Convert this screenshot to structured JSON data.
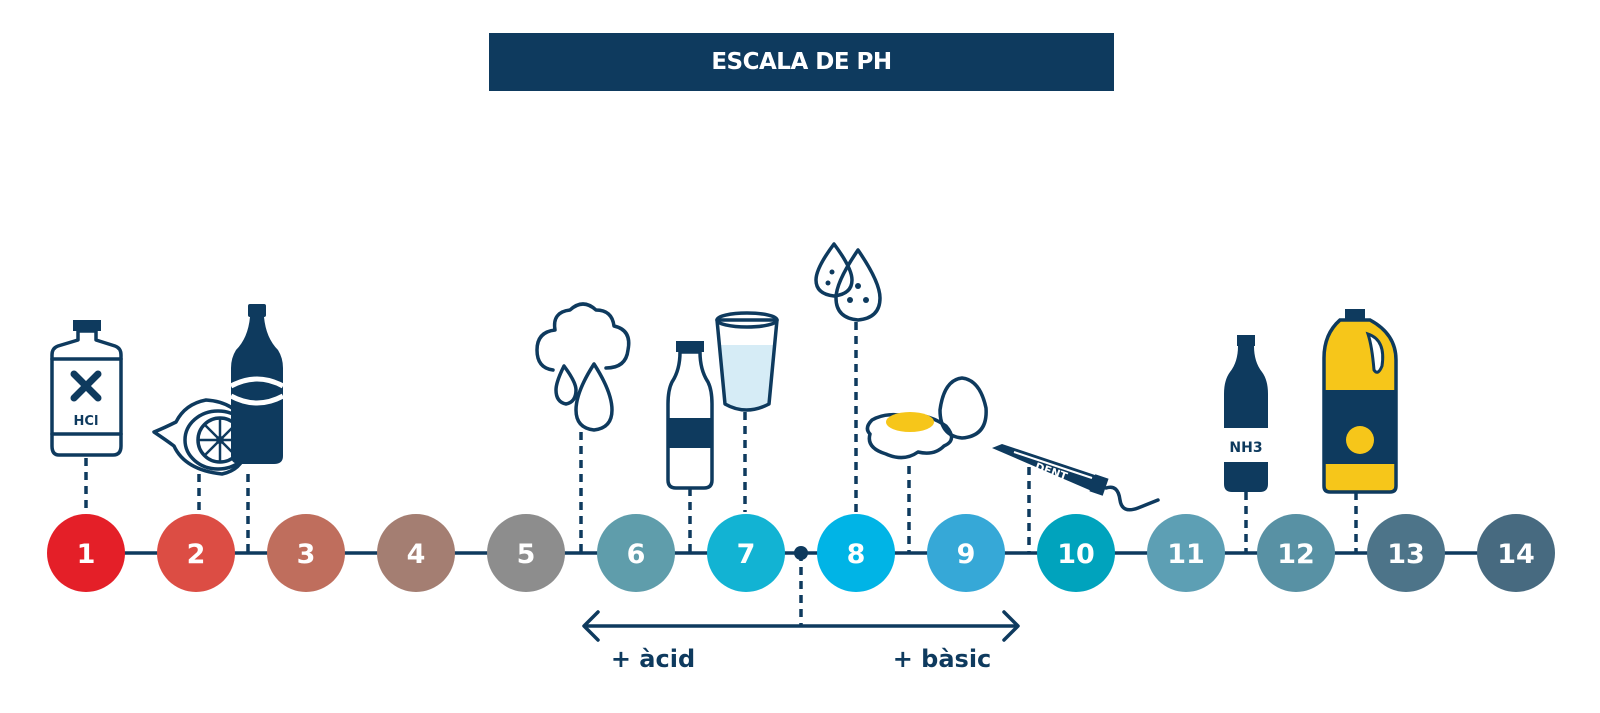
{
  "title": "ESCALA DE PH",
  "scale": {
    "values": [
      "1",
      "2",
      "3",
      "4",
      "5",
      "6",
      "7",
      "8",
      "9",
      "10",
      "11",
      "12",
      "13",
      "14"
    ],
    "colors": [
      "#e41f28",
      "#dc4d44",
      "#bf6e5d",
      "#a47e72",
      "#8d8d8d",
      "#5f9dab",
      "#12b3d3",
      "#00b4e6",
      "#36a8d7",
      "#00a3bd",
      "#5d9fb4",
      "#5891a4",
      "#4d7489",
      "#476a80"
    ]
  },
  "arrows": {
    "acid_label": "+ àcid",
    "basic_label": "+ bàsic"
  },
  "icons": {
    "hcl_label": "HCl",
    "ammonia_label": "NH3",
    "toothpaste_label": "DENT"
  },
  "colors": {
    "navy": "#0e3a5e",
    "yellow": "#f6c61a",
    "water": "#d6ecf6"
  }
}
